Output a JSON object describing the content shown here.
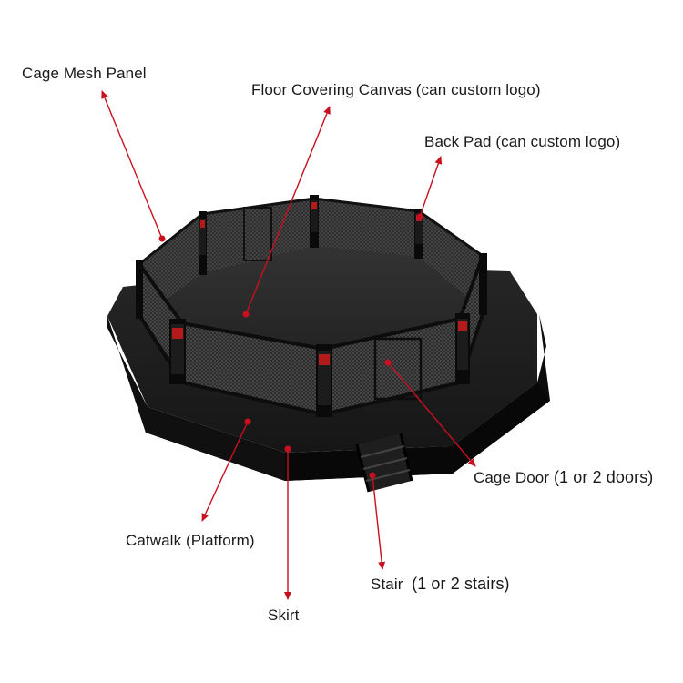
{
  "labels": {
    "cage_mesh_panel": "Cage Mesh Panel",
    "floor_canvas": "Floor Covering Canvas (can custom logo)",
    "back_pad": "Back Pad (can custom logo)",
    "cage_door_main": "Cage Door",
    "cage_door_note": "(1 or 2 doors)",
    "catwalk": "Catwalk (Platform)",
    "stair": "Stair",
    "stair_note": "(1 or 2 stairs)",
    "skirt": "Skirt"
  },
  "colors": {
    "annotation": "#c8101e",
    "cage_dark": "#141414",
    "platform_top": "#1c1c1c",
    "platform_side": "#0e0e0e",
    "canvas_floor": "#262626"
  }
}
